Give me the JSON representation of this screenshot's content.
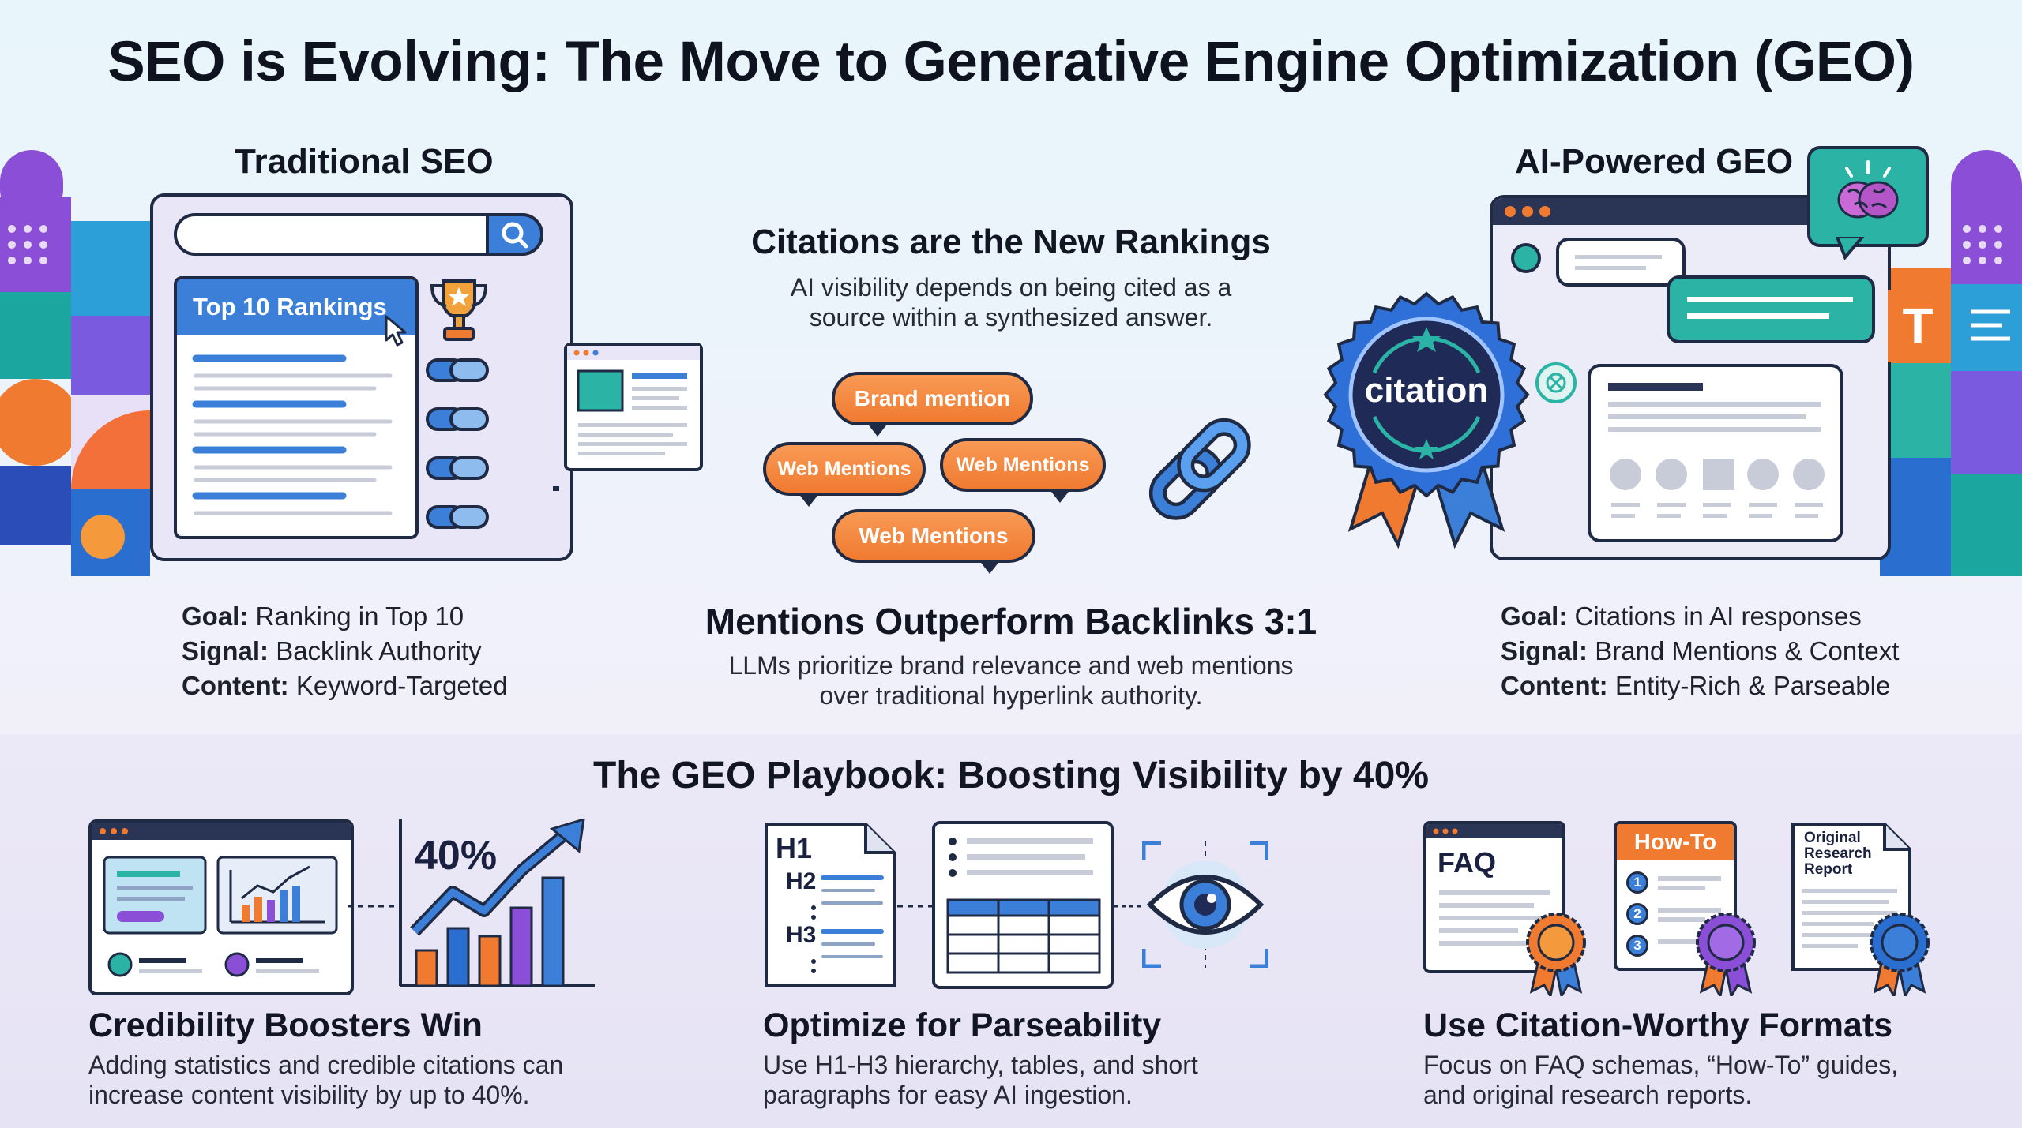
{
  "title": "SEO is Evolving: The Move to Generative Engine Optimization (GEO)",
  "traditional": {
    "heading": "Traditional SEO",
    "rankings_label": "Top 10 Rankings",
    "goal_label": "Goal:",
    "goal": "Ranking in Top 10",
    "signal_label": "Signal:",
    "signal": "Backlink Authority",
    "content_label": "Content:",
    "content": "Keyword-Targeted"
  },
  "center": {
    "citations_heading": "Citations are the New Rankings",
    "citations_body_1": "AI visibility depends on being cited as a",
    "citations_body_2": "source within a synthesized answer.",
    "bubbles": [
      "Brand mention",
      "Web Mentions",
      "Web Mentions",
      "Web Mentions"
    ],
    "mentions_heading": "Mentions Outperform Backlinks 3:1",
    "mentions_body_1": "LLMs prioritize brand relevance and web mentions",
    "mentions_body_2": "over traditional hyperlink authority."
  },
  "geo": {
    "heading": "AI-Powered GEO",
    "badge": "citation",
    "tile_letter": "T",
    "goal_label": "Goal:",
    "goal": "Citations in AI responses",
    "signal_label": "Signal:",
    "signal": "Brand Mentions & Context",
    "content_label": "Content:",
    "content": "Entity-Rich & Parseable"
  },
  "playbook": {
    "title": "The GEO Playbook: Boosting Visibility by 40%",
    "cards": [
      {
        "stat": "40%",
        "heading": "Credibility Boosters Win",
        "desc_1": "Adding statistics and credible citations can",
        "desc_2": "increase content visibility by up to 40%."
      },
      {
        "h1": "H1",
        "h2": "H2",
        "h3": "H3",
        "heading": "Optimize for Parseability",
        "desc_1": "Use H1-H3 hierarchy, tables, and short",
        "desc_2": "paragraphs for easy AI ingestion."
      },
      {
        "faq": "FAQ",
        "howto": "How-To",
        "report_1": "Original",
        "report_2": "Research",
        "report_3": "Report",
        "steps": [
          "1",
          "2",
          "3"
        ],
        "heading": "Use Citation-Worthy Formats",
        "desc_1": "Focus on FAQ schemas, “How-To” guides,",
        "desc_2": "and original research reports."
      }
    ]
  },
  "colors": {
    "blue": "#3b7fd8",
    "orange": "#f07a30",
    "purple": "#8a4fd6",
    "teal": "#2bb3a6",
    "navy": "#1f2a44"
  },
  "icons": [
    "search-icon",
    "trophy-icon",
    "cursor-icon",
    "chain-link-icon",
    "brain-icon",
    "chatgpt-icon",
    "eye-icon",
    "ribbon-badge-icon",
    "trend-arrow-icon"
  ]
}
